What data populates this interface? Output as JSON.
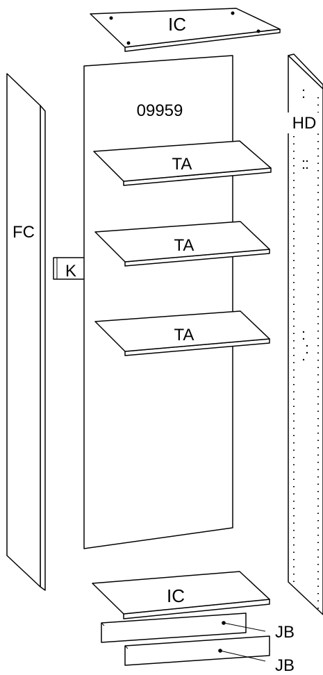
{
  "labels": {
    "top_panel": "IC",
    "back_panel_code": "09959",
    "right_side": "HD",
    "left_side": "FC",
    "connector": "K",
    "shelf_1": "TA",
    "shelf_2": "TA",
    "shelf_3": "TA",
    "bottom_panel": "IC",
    "plinth_1": "JB",
    "plinth_2": "JB"
  }
}
